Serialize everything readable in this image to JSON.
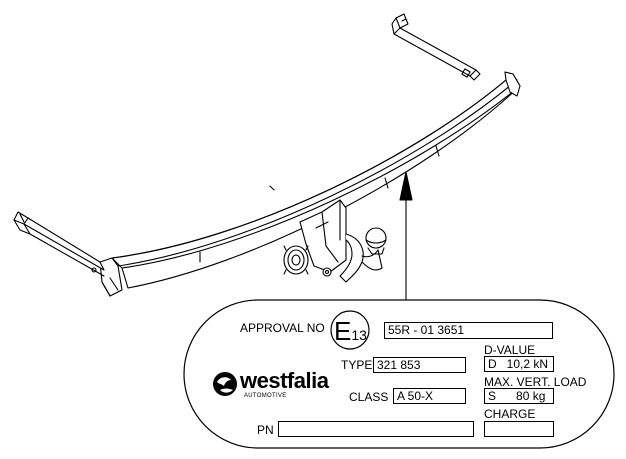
{
  "plate": {
    "approval_label": "APPROVAL NO",
    "e_letter": "E",
    "e_number": "13",
    "approval_value": "55R - 01 3651",
    "type_label": "TYPE",
    "type_value": "321 853",
    "class_label": "CLASS",
    "class_value": "A 50-X",
    "pn_label": "PN",
    "pn_value": "",
    "dvalue_label": "D-VALUE",
    "dvalue_prefix": "D",
    "dvalue_value": "10,2 kN",
    "vert_load_label": "MAX. VERT. LOAD",
    "vert_load_prefix": "S",
    "vert_load_value": "80 kg",
    "charge_label": "CHARGE",
    "charge_value": ""
  },
  "brand": {
    "name": "westfalia",
    "sub": "AUTOMOTIVE"
  }
}
